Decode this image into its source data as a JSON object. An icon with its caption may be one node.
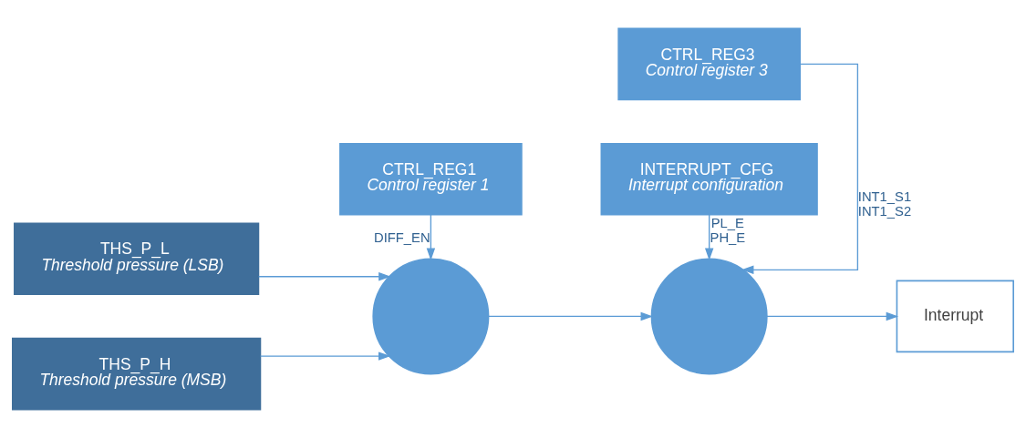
{
  "diagram": {
    "nodes": [
      {
        "text": [
          "CTRL_REG1",
          "Control register 1"
        ]
      },
      {
        "text": [
          "CTRL_REG3",
          "Control register 3"
        ]
      },
      {
        "text": [
          "THS_P_L",
          "Threshold pressure (LSB)"
        ]
      },
      {
        "text": [
          "THS_P_H",
          "Threshold pressure (MSB)"
        ]
      },
      {
        "text": [],
        "shape": "circle"
      },
      {
        "text": [],
        "shape": "circle"
      },
      {
        "text": [
          "Interrupt"
        ]
      },
      {
        "text": [
          "INTERRUPT_CFG",
          "Interrupt configuration"
        ]
      }
    ],
    "edges": [
      {
        "from": 0,
        "to": 4,
        "arrow": "to",
        "label": "DIFF_EN"
      },
      {
        "from": 2,
        "to": 4,
        "arrow": "to"
      },
      {
        "from": 3,
        "to": 4,
        "arrow": "to"
      },
      {
        "from": 4,
        "to": 5,
        "arrow": "to"
      },
      {
        "from": 1,
        "to": 5,
        "arrow": "to",
        "label": "INT1_S1 INT1_S2"
      },
      {
        "from": 7,
        "to": 5,
        "arrow": "to",
        "label": "PL_E PH_E"
      },
      {
        "from": 5,
        "to": 6,
        "arrow": "to"
      }
    ]
  }
}
